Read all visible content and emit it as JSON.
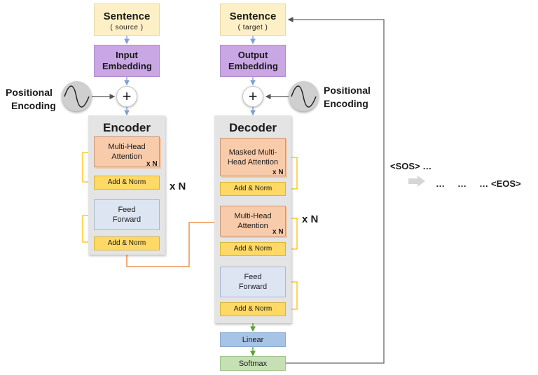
{
  "encoder_side": {
    "sentence_title": "Sentence",
    "sentence_sub": "( source )",
    "embedding": "Input Embedding",
    "positional_label_1": "Positional",
    "positional_label_2": "Encoding",
    "block_title": "Encoder",
    "attention": "Multi-Head Attention",
    "attention_x": "x N",
    "addnorm_1": "Add & Norm",
    "feed_forward": "Feed Forward",
    "addnorm_2": "Add & Norm",
    "repeat": "x N"
  },
  "decoder_side": {
    "sentence_title": "Sentence",
    "sentence_sub": "( target )",
    "embedding": "Output Embedding",
    "positional_label_1": "Positional",
    "positional_label_2": "Encoding",
    "block_title": "Decoder",
    "masked_attention": "Masked Multi-Head Attention",
    "masked_attention_x": "x N",
    "addnorm_1": "Add & Norm",
    "attention": "Multi-Head Attention",
    "attention_x": "x N",
    "addnorm_2": "Add & Norm",
    "feed_forward": "Feed Forward",
    "addnorm_3": "Add & Norm",
    "repeat": "x N",
    "linear": "Linear",
    "softmax": "Softmax"
  },
  "sequence": {
    "start": "<SOS> …",
    "middle": "…     …     …",
    "end": "<EOS>"
  },
  "plus_symbol": "+",
  "colors": {
    "sentence": "#fdf0c7",
    "embedding": "#c9a6e4",
    "attention": "#f8cbaa",
    "add_norm": "#ffd966",
    "feed_forward": "#dde5f3",
    "linear": "#a7c4e6",
    "softmax": "#c5e0b4",
    "residual_line": "#ffc000",
    "cross_connection": "#ed7d31",
    "flow_arrow": "#7f9fd0"
  }
}
